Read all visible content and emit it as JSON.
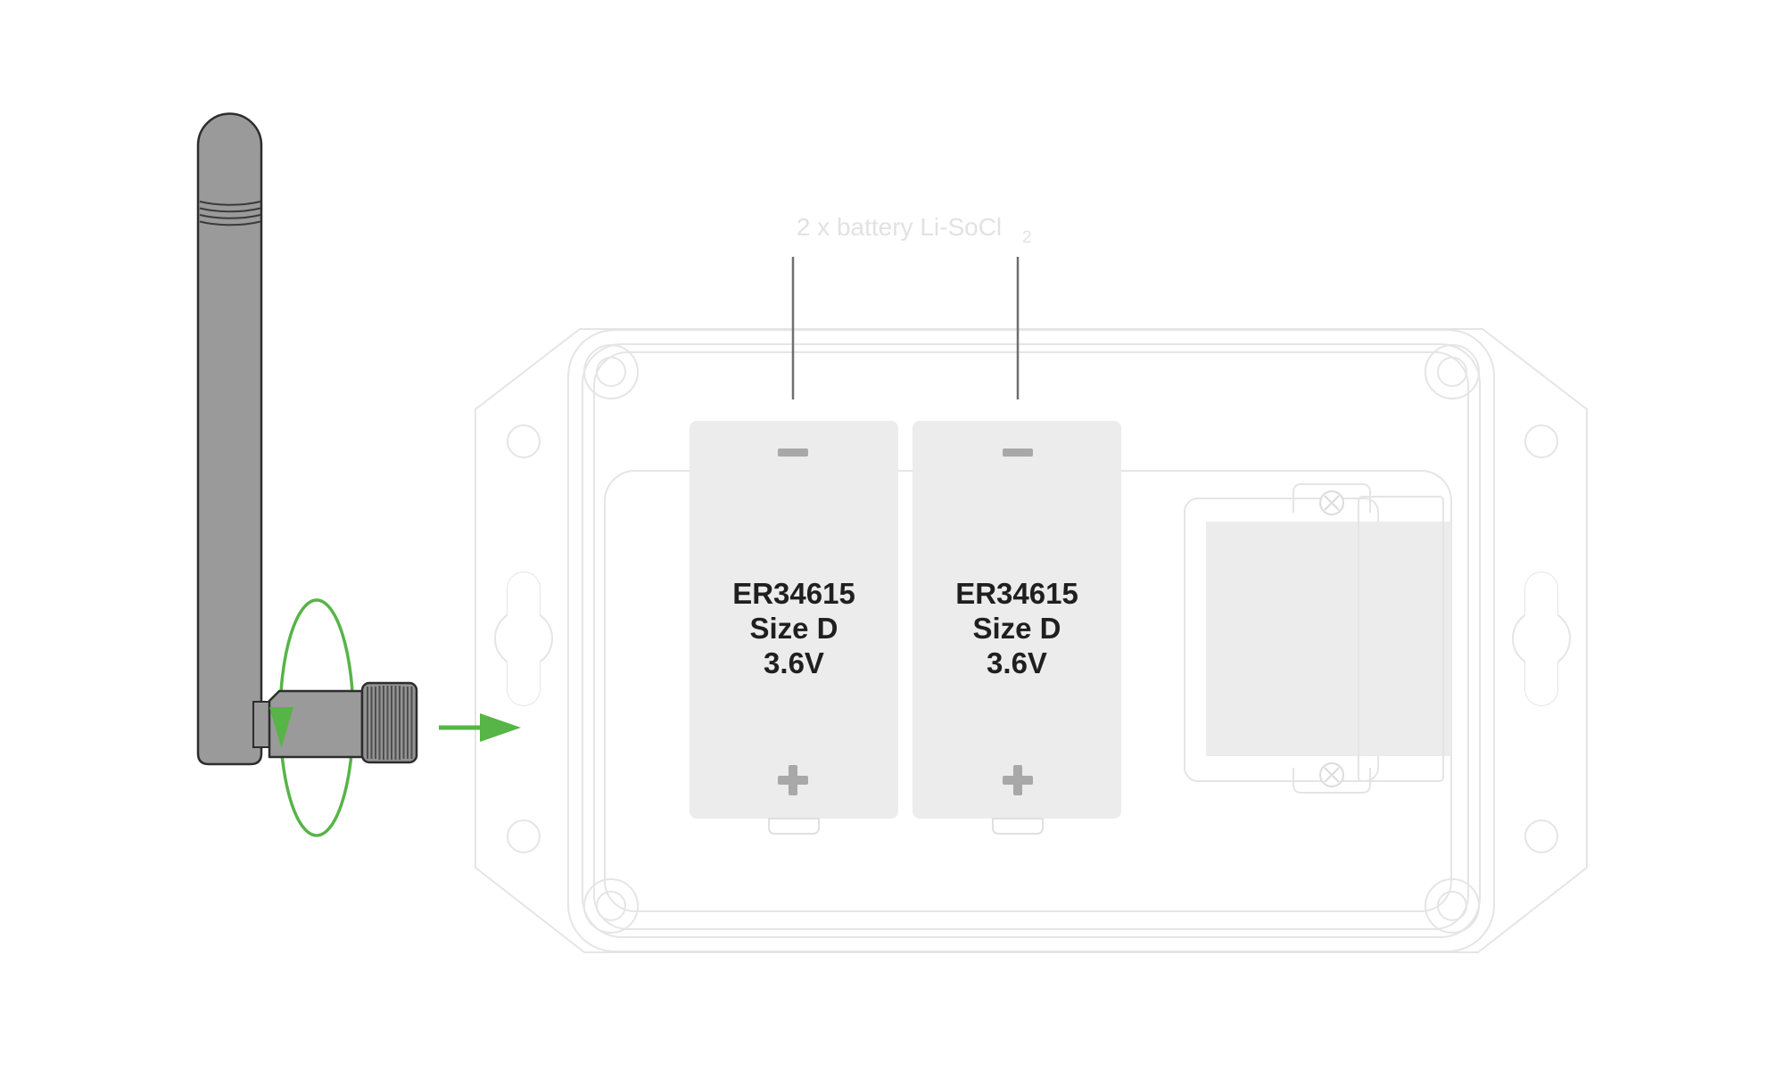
{
  "diagram": {
    "caption": {
      "text": "2 x battery Li-SoCl",
      "subscript": "2"
    },
    "batteries": [
      {
        "model": "ER34615",
        "size": "Size D",
        "voltage": "3.6V"
      },
      {
        "model": "ER34615",
        "size": "Size D",
        "voltage": "3.6V"
      }
    ],
    "icons": {
      "rotation_arrow": "counterclockwise-screw-rotation",
      "insert_arrow": "attach-antenna-direction",
      "negative_terminal": "minus",
      "positive_terminal": "plus"
    },
    "colors": {
      "enclosure_outline": "#e5e5e5",
      "battery_fill": "#ececec",
      "terminal_gray": "#a8a8a8",
      "leader_line": "#6f6f6f",
      "battery_text": "#1f1f1f",
      "caption_text": "#e2e2e2",
      "antenna_fill": "#9a9a9a",
      "antenna_outline": "#2d2d2d",
      "accent_green": "#57b447"
    }
  }
}
